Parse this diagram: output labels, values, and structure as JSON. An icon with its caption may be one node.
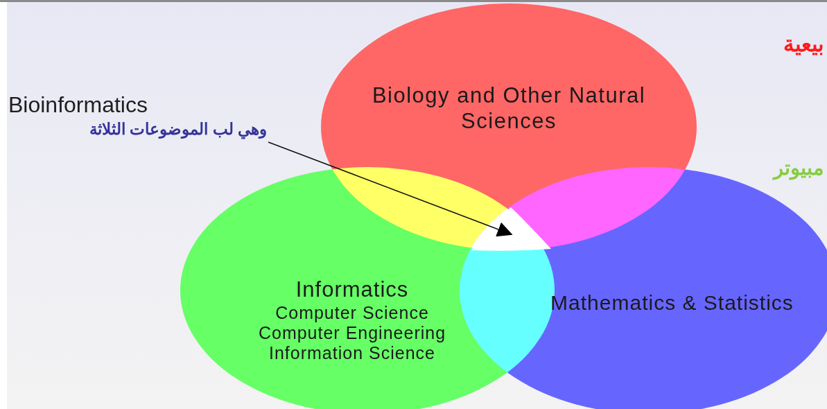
{
  "diagram": {
    "nodes": [
      {
        "text": [
          "Biology and Other Natural Sciences"
        ]
      },
      {
        "text": [
          "Informatics",
          "Computer Science",
          "Computer Engineering",
          "Information Science"
        ]
      },
      {
        "text": [
          "Mathematics & Statistics"
        ]
      },
      {
        "text": [],
        "shape": "triangle"
      },
      {
        "text": [
          "Bioinformatics",
          "وهي لب الموضوعات الثلاثة"
        ]
      }
    ],
    "edges": [
      {
        "from": 4,
        "to": 3,
        "arrow": "to"
      }
    ],
    "labels": [
      "بيعية",
      "مبيوتر"
    ]
  }
}
